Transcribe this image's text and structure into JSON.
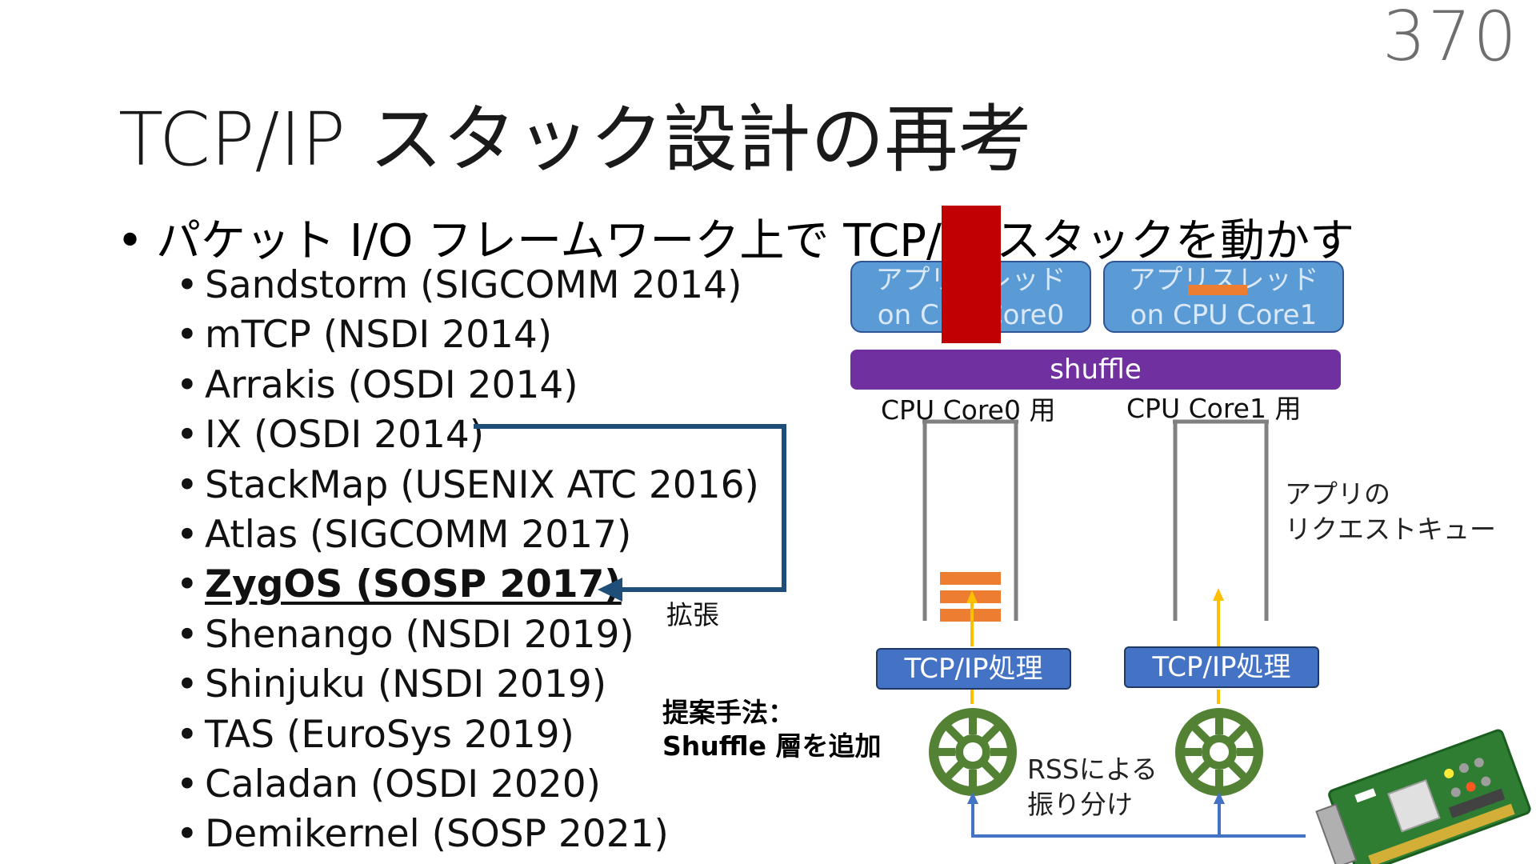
{
  "page_number": "370",
  "title": "TCP/IP スタック設計の再考",
  "main_bullet": "パケット I/O フレームワーク上で TCP/IP スタックを動かす",
  "references": [
    {
      "label": "Sandstorm (SIGCOMM 2014)"
    },
    {
      "label": "mTCP (NSDI 2014)"
    },
    {
      "label": "Arrakis (OSDI 2014)"
    },
    {
      "label": "IX (OSDI 2014)"
    },
    {
      "label": "StackMap (USENIX ATC 2016)"
    },
    {
      "label": "Atlas (SIGCOMM 2017)"
    },
    {
      "label": "ZygOS (SOSP 2017)"
    },
    {
      "label": "Shenango (NSDI 2019)"
    },
    {
      "label": "Shinjuku (NSDI 2019)"
    },
    {
      "label": "TAS (EuroSys 2019)"
    },
    {
      "label": "Caladan (OSDI 2020)"
    },
    {
      "label": "Demikernel (SOSP 2021)"
    }
  ],
  "arrow_label": "拡張",
  "diagram": {
    "app_thread_0": {
      "line1": "アプリスレッド",
      "line2": "on CPU Core0"
    },
    "app_thread_1": {
      "line1": "アプリスレッド",
      "line2": "on CPU Core1"
    },
    "shuffle": "shuffle",
    "core0_label": "CPU Core0 用",
    "core1_label": "CPU Core1 用",
    "queue_label_line1": "アプリの",
    "queue_label_line2": "リクエストキュー",
    "tcp0": "TCP/IP処理",
    "tcp1": "TCP/IP処理",
    "rss_line1": "RSSによる",
    "rss_line2": "振り分け",
    "proposal_line1": "提案手法：",
    "proposal_line2": "Shuffle 層を追加"
  },
  "colors": {
    "app_box": "#5b9bd5",
    "shuffle": "#7030a0",
    "tcp_box": "#4472c4",
    "arrow_dark": "#1f4e79",
    "packet": "#ed7d31",
    "yellow_arrow": "#ffc000",
    "rss_wheel": "#548235",
    "blue_line": "#4472c4",
    "redaction": "#c00000"
  }
}
